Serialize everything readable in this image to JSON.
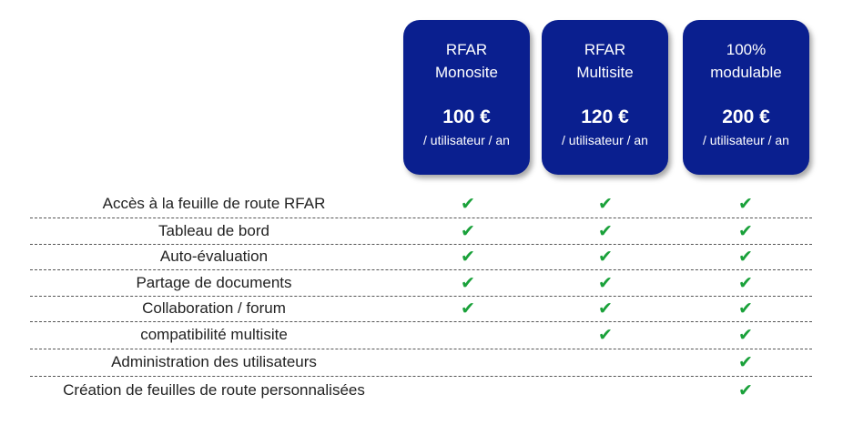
{
  "plans": [
    {
      "name": "RFAR\nMonosite",
      "price": "100 €",
      "unit": "/ utilisateur / an"
    },
    {
      "name": "RFAR\nMultisite",
      "price": "120 €",
      "unit": "/ utilisateur / an"
    },
    {
      "name": "100%\nmodulable",
      "price": "200 €",
      "unit": "/ utilisateur / an"
    }
  ],
  "features": [
    {
      "label": "Accès à la feuille de route RFAR",
      "included": [
        true,
        true,
        true
      ]
    },
    {
      "label": "Tableau de bord",
      "included": [
        true,
        true,
        true
      ]
    },
    {
      "label": "Auto-évaluation",
      "included": [
        true,
        true,
        true
      ]
    },
    {
      "label": "Partage de documents",
      "included": [
        true,
        true,
        true
      ]
    },
    {
      "label": "Collaboration / forum",
      "included": [
        true,
        true,
        true
      ]
    },
    {
      "label": "compatibilité multisite",
      "included": [
        false,
        true,
        true
      ]
    },
    {
      "label": "Administration des utilisateurs",
      "included": [
        false,
        false,
        true
      ]
    },
    {
      "label": "Création de feuilles de route personnalisées",
      "included": [
        false,
        false,
        true
      ]
    }
  ],
  "check_icon": "checkmark-icon",
  "colors": {
    "plan_bg": "#0a1f8f",
    "check": "#1aa13a"
  }
}
